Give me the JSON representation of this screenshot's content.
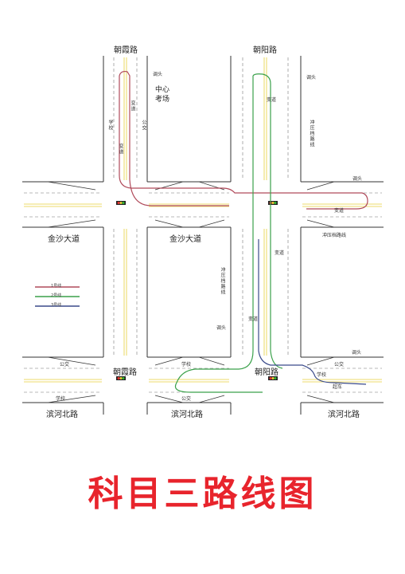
{
  "title": "科目三路线图",
  "roads": {
    "zhaoxia_top": "朝霞路",
    "chaoyang_top": "朝阳路",
    "jinsha_left": "金沙大道",
    "jinsha_mid": "金沙大道",
    "zhaoxia_bottom": "朝霞路",
    "chaoyang_bottom": "朝阳路",
    "binhe_left": "滨河北路",
    "binhe_mid": "滨河北路",
    "binhe_right": "滨河北路"
  },
  "landmarks": {
    "exam_center": "中心\n考场",
    "chongluo_right": "冲压档路线",
    "chongluo_mid": "冲压档路线",
    "chongluo_side": "冲压档路线"
  },
  "markers": {
    "u_turn": "调头",
    "lane_change": "变道",
    "school": "学校",
    "bus": "公交",
    "overtake": "超车"
  },
  "legend": [
    {
      "label": "1号线",
      "color": "#b04a5a"
    },
    {
      "label": "2号线",
      "color": "#3aa14a"
    },
    {
      "label": "3号线",
      "color": "#3a4a8a"
    }
  ],
  "colors": {
    "route1": "#b04a5a",
    "route2": "#3aa14a",
    "route3": "#3a4a8a",
    "title": "#e8242c"
  }
}
